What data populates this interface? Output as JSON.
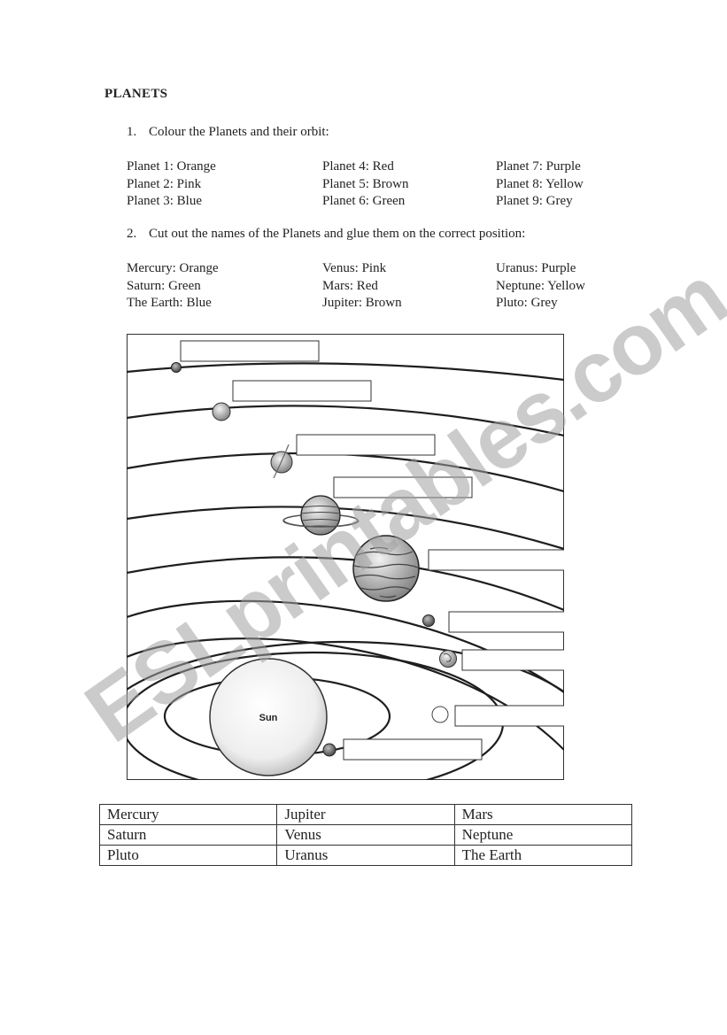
{
  "title": "PLANETS",
  "question1": {
    "number": "1.",
    "text": "Colour the Planets and their orbit:"
  },
  "planet_colours": [
    [
      "Planet 1: Orange",
      "Planet 2: Pink",
      "Planet 3: Blue"
    ],
    [
      "Planet 4: Red",
      "Planet 5: Brown",
      "Planet 6: Green"
    ],
    [
      "Planet 7: Purple",
      "Planet 8: Yellow",
      "Planet 9: Grey"
    ]
  ],
  "question2": {
    "number": "2.",
    "text": "Cut out the names of the Planets and glue them on the correct position:"
  },
  "name_colours": [
    [
      "Mercury: Orange",
      "Saturn: Green",
      "The Earth: Blue"
    ],
    [
      "Venus: Pink",
      "Mars: Red",
      "Jupiter: Brown"
    ],
    [
      "Uranus: Purple",
      "Neptune: Yellow",
      "Pluto: Grey"
    ]
  ],
  "diagram": {
    "sun_label": "Sun"
  },
  "cutout_table": [
    [
      "Mercury",
      "Jupiter",
      "Mars"
    ],
    [
      "Saturn",
      "Venus",
      "Neptune"
    ],
    [
      "Pluto",
      "Uranus",
      "The Earth"
    ]
  ],
  "watermark": "ESLprintables.com"
}
